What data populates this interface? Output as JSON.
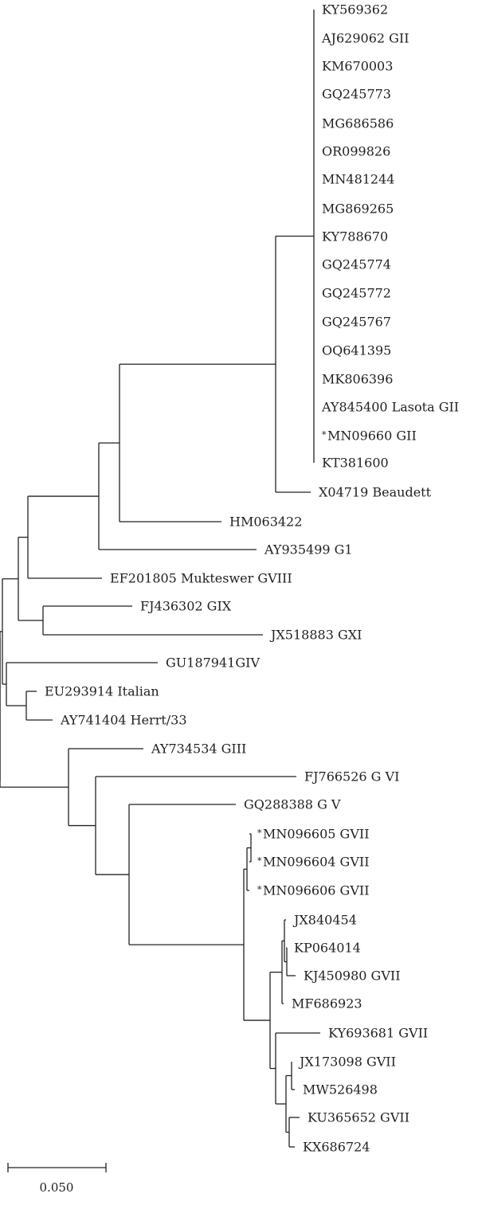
{
  "tree": {
    "line_color": "#222222",
    "scale_bar": {
      "label": "0.050"
    },
    "leaves": [
      {
        "id": "KY569362",
        "label": "KY569362"
      },
      {
        "id": "AJ629062",
        "label": "AJ629062 GII"
      },
      {
        "id": "KM670003",
        "label": "KM670003"
      },
      {
        "id": "GQ245773",
        "label": "GQ245773"
      },
      {
        "id": "MG686586",
        "label": "MG686586"
      },
      {
        "id": "OR099826",
        "label": "OR099826"
      },
      {
        "id": "MN481244",
        "label": "MN481244"
      },
      {
        "id": "MG869265",
        "label": "MG869265"
      },
      {
        "id": "KY788670",
        "label": "KY788670"
      },
      {
        "id": "GQ245774",
        "label": "GQ245774"
      },
      {
        "id": "GQ245772",
        "label": "GQ245772"
      },
      {
        "id": "GQ245767",
        "label": "GQ245767"
      },
      {
        "id": "OQ641395",
        "label": "OQ641395"
      },
      {
        "id": "MK806396",
        "label": "MK806396"
      },
      {
        "id": "AY845400",
        "label": "AY845400 Lasota GII"
      },
      {
        "id": "MN09660",
        "label": "MN09660 GII",
        "marker": "*"
      },
      {
        "id": "KT381600",
        "label": "KT381600"
      },
      {
        "id": "X04719",
        "label": "X04719 Beaudett"
      },
      {
        "id": "HM063422",
        "label": "HM063422"
      },
      {
        "id": "AY935499",
        "label": "AY935499 G1"
      },
      {
        "id": "EF201805",
        "label": "EF201805 Mukteswer GVIII"
      },
      {
        "id": "FJ436302",
        "label": "FJ436302 GIX"
      },
      {
        "id": "JX518883",
        "label": "JX518883 GXI"
      },
      {
        "id": "GU187941",
        "label": "GU187941GIV"
      },
      {
        "id": "EU293914",
        "label": "EU293914 Italian"
      },
      {
        "id": "AY741404",
        "label": "AY741404 Herrt/33"
      },
      {
        "id": "AY734534",
        "label": "AY734534 GIII"
      },
      {
        "id": "FJ766526",
        "label": "FJ766526 G VI"
      },
      {
        "id": "GQ288388",
        "label": "GQ288388 G V"
      },
      {
        "id": "MN096605",
        "label": "MN096605 GVII",
        "marker": "*"
      },
      {
        "id": "MN096604",
        "label": "MN096604 GVII",
        "marker": "*"
      },
      {
        "id": "MN096606",
        "label": "MN096606 GVII",
        "marker": "*"
      },
      {
        "id": "JX840454",
        "label": "JX840454"
      },
      {
        "id": "KP064014",
        "label": "KP064014"
      },
      {
        "id": "KJ450980",
        "label": "KJ450980 GVII"
      },
      {
        "id": "MF686923",
        "label": "MF686923"
      },
      {
        "id": "KY693681",
        "label": "KY693681 GVII"
      },
      {
        "id": "JX173098",
        "label": "JX173098 GVII"
      },
      {
        "id": "MW526498",
        "label": "MW526498"
      },
      {
        "id": "KU365652",
        "label": "KU365652 GVII"
      },
      {
        "id": "KX686724",
        "label": "KX686724"
      }
    ]
  }
}
